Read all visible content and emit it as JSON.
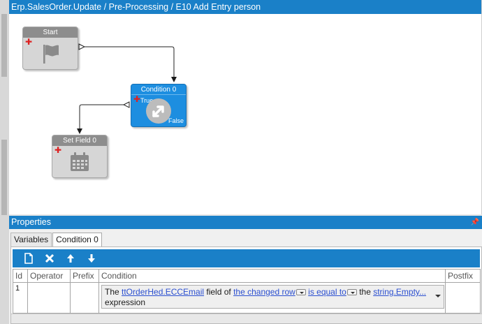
{
  "designer": {
    "title": "Erp.SalesOrder.Update / Pre-Processing / E10 Add Entry person",
    "nodes": {
      "start": {
        "label": "Start",
        "icon": "flag-icon"
      },
      "condition": {
        "label": "Condition 0",
        "true_label": "True",
        "false_label": "False",
        "icon": "arrows-icon"
      },
      "setfield": {
        "label": "Set Field 0",
        "icon": "calendar-icon"
      }
    }
  },
  "properties": {
    "title": "Properties",
    "tabs": [
      "Variables",
      "Condition 0"
    ],
    "active_tab": "Condition 0",
    "toolbar": [
      "new-icon",
      "delete-icon",
      "move-up-icon",
      "move-down-icon"
    ],
    "columns": [
      "Id",
      "Operator",
      "Prefix",
      "Condition",
      "Postfix"
    ],
    "rows": [
      {
        "id": "1",
        "operator": "",
        "prefix": "",
        "postfix": "",
        "condition": {
          "t1": "The ",
          "field": "ttOrderHed.ECCEmail",
          "t2": " field of ",
          "row": "the changed row",
          "t3": " ",
          "op": "is equal to",
          "t4": " the ",
          "value": "string.Empty...",
          "t5": "expression"
        }
      }
    ]
  },
  "colors": {
    "accent": "#1a80c8",
    "node_blue": "#1d8ee0",
    "node_gray": "#d6d6d6",
    "link": "#2b4fd0",
    "plus": "#dd2222"
  }
}
